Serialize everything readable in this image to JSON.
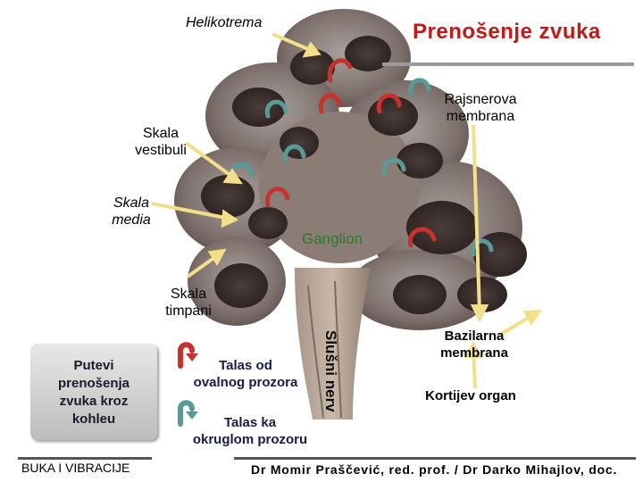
{
  "slide": {
    "title": "Prenošenje zvuka",
    "labels": {
      "helikotrema": "Helikotrema",
      "rajsnerova_line1": "Rajsnerova",
      "rajsnerova_line2": "membrana",
      "skala_vestibuli_line1": "Skala",
      "skala_vestibuli_line2": "vestibuli",
      "skala_media_line1": "Skala",
      "skala_media_line2": "media",
      "ganglion": "Ganglion",
      "skala_timpani_line1": "Skala",
      "skala_timpani_line2": "timpani",
      "slusni_nerv": "Slušni nerv",
      "bazilarna_line1": "Bazilarna",
      "bazilarna_line2": "membrana",
      "kortijev": "Kortijev organ"
    },
    "legend": {
      "oval_line1": "Talas od",
      "oval_line2": "ovalnog prozora",
      "round_line1": "Talas ka",
      "round_line2": "okruglom prozoru"
    },
    "info_box": {
      "line1": "Putevi",
      "line2": "prenošenja",
      "line3": "zvuka kroz",
      "line4": "kohleu"
    },
    "footer": {
      "left": "BUKA I VIBRACIJE",
      "right": "Dr Momir Praščević, red. prof. / Dr Darko Mihajlov, doc."
    }
  },
  "colors": {
    "title": "#c11b17",
    "arrow_yellow": "#f3df8a",
    "wave_red": "#c8322e",
    "wave_teal": "#5a9a96",
    "tissue": "#8a7a74"
  }
}
